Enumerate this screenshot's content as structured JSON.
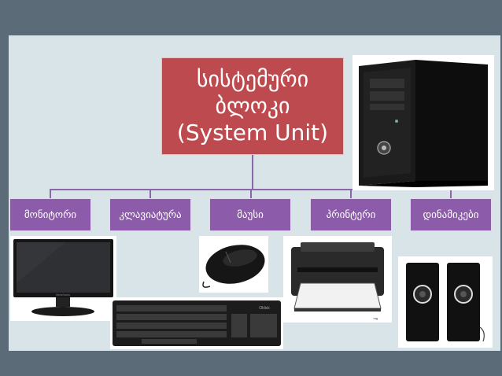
{
  "root": {
    "line1": "სისტემური",
    "line2": "ბლოკი",
    "line3": "(System Unit)"
  },
  "children": [
    {
      "label": "მონიტორი"
    },
    {
      "label": "კლავიატურა"
    },
    {
      "label": "მაუსი"
    },
    {
      "label": "პრინტერი"
    },
    {
      "label": "დინამიკები"
    }
  ],
  "photos": {
    "monitor": {
      "brand": "ViewSonic"
    },
    "keyboard": {
      "brand": "Oklick"
    }
  },
  "colors": {
    "root_fill": "#bd4a4f",
    "child_fill": "#8c5ba9",
    "connector": "#8c66aa",
    "background": "#d9e4e8"
  }
}
